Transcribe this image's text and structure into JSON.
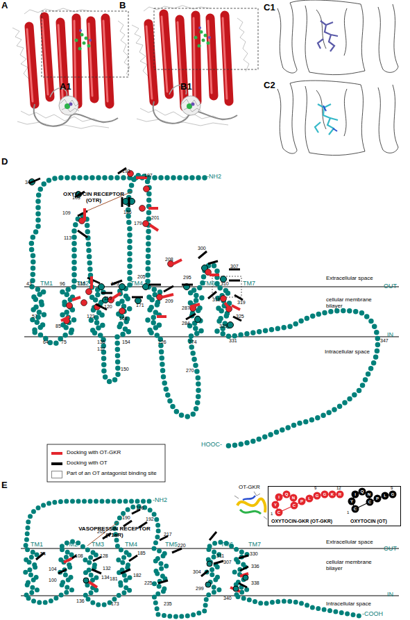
{
  "diagram": {
    "nodes": [
      {
        "text": [
          "OXYTOCIN-GKR (OT-GKR)",
          "OXYTOCIN (OT)"
        ]
      }
    ],
    "labels": [
      "A",
      "A1",
      "B",
      "B1",
      "C1",
      "C2",
      "D",
      "-NH2",
      "OXYTOCIN RECEPTOR (OTR)",
      "Extracellular space",
      "OUT",
      "cellular membrane bilayer",
      "IN",
      "Intracellular space",
      "HOOC-",
      "TM1",
      "TM2",
      "TM4",
      "TM6",
      "TM7",
      "34",
      "103",
      "109",
      "113",
      "115",
      "119",
      "120",
      "123",
      "193",
      "197",
      "186",
      "179",
      "175",
      "171",
      "168",
      "201",
      "205",
      "209",
      "208",
      "300",
      "295",
      "307",
      "310",
      "287",
      "284",
      "318",
      "319",
      "325",
      "329",
      "331",
      "347",
      "43",
      "96",
      "57",
      "64",
      "75",
      "85",
      "136",
      "137",
      "154",
      "150",
      "226",
      "274",
      "270",
      "E",
      "VASOPRESSIN RECEPTOR (V1aR)",
      "-NH2",
      "Extracellular space",
      "OUT",
      "cellular membrane bilayer",
      "IN",
      "Intracellular space",
      "-COOH",
      "TM1",
      "TM2",
      "TM3",
      "TM4",
      "TM5",
      "TM6",
      "TM7",
      "54",
      "108",
      "104",
      "100",
      "201",
      "196",
      "190",
      "192",
      "128",
      "132",
      "134",
      "136",
      "181",
      "182",
      "185",
      "173",
      "217",
      "220",
      "225",
      "235",
      "311",
      "307",
      "304",
      "299",
      "330",
      "336",
      "338",
      "340",
      "OT-GKR",
      "C",
      "Y",
      "I",
      "Q",
      "N",
      "C",
      "P",
      "L",
      "G",
      "G",
      "K",
      "R",
      "1",
      "9",
      "12",
      "C",
      "Y",
      "I",
      "Q",
      "N",
      "C",
      "P",
      "L",
      "G",
      "1",
      "9"
    ],
    "legend": [
      {
        "text": "Docking with OT-GKR",
        "color": "#e3262d"
      },
      {
        "text": "Docking with OT",
        "color": "#000000"
      },
      {
        "text": "Part of an OT antagonist binding site"
      }
    ]
  }
}
